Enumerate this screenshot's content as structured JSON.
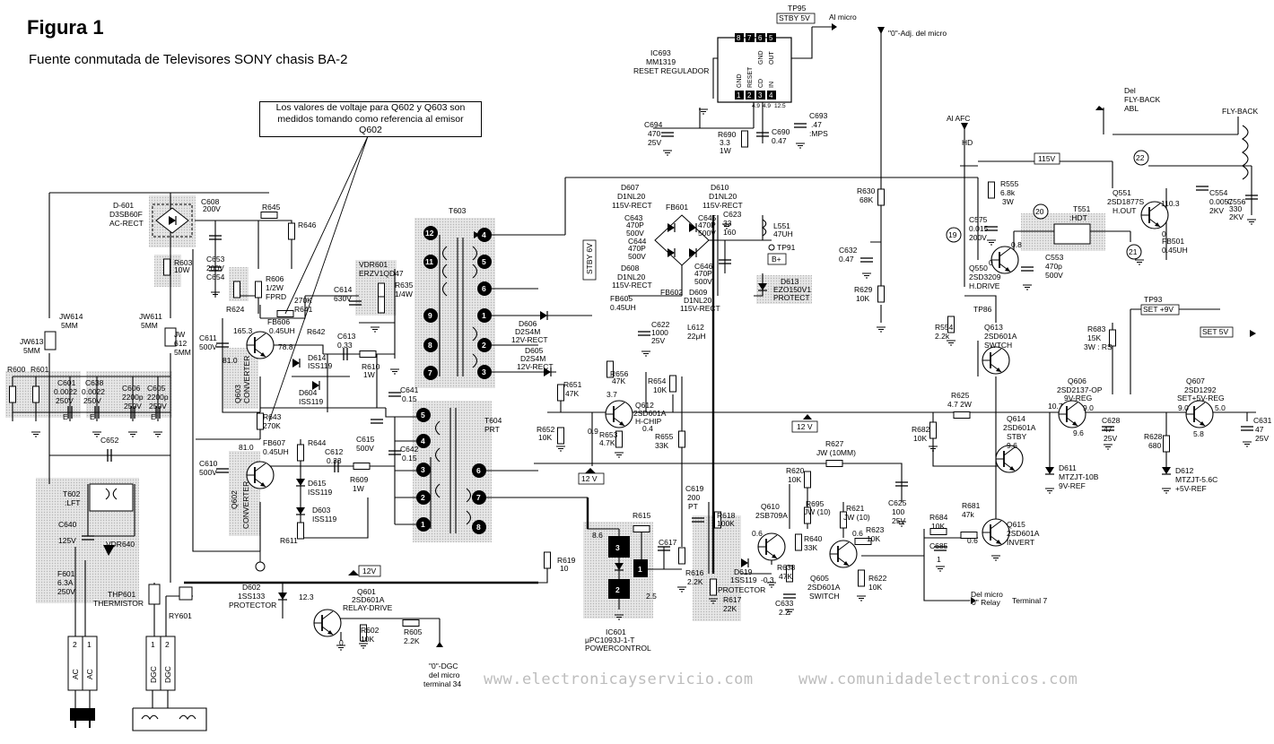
{
  "title": "Figura 1",
  "subtitle": "Fuente conmutada de Televisores SONY chasis BA-2",
  "note": {
    "lines": [
      "Los valores de voltaje para Q602 y Q603 son",
      "medidos tomando como referencia al emisor",
      "Q602"
    ]
  },
  "watermarks": [
    "www.electronicayservicio.com",
    "www.comunidadelectronicos.com"
  ],
  "labels": {
    "ic693": [
      "IC693",
      "MM1319",
      "RESET REGULADOR"
    ],
    "ic693_pins_top": [
      "8",
      "7",
      "6",
      "5"
    ],
    "ic693_pins_bottom": [
      "1",
      "2",
      "3",
      "4"
    ],
    "ic693_pin_names": [
      "GND",
      "RESET",
      "CD",
      "IN",
      "GND",
      "OUT"
    ],
    "tp95": [
      "TP95",
      "STBY 5V",
      "Al micro"
    ],
    "adj_micro": "\"0\"-Adj. del micro",
    "c694": [
      "C694",
      "470",
      "25V"
    ],
    "r690": [
      "R690",
      "3.3",
      "1W"
    ],
    "c690": [
      "C690",
      "0.47"
    ],
    "c693": [
      "C693",
      ".47",
      ":MPS"
    ],
    "ic693_v": [
      "4.9",
      "4.9",
      "12.5"
    ],
    "al_afc": "Al AFC",
    "hd": "HD",
    "del_flyback": [
      "Del",
      "FLY-BACK",
      "ABL"
    ],
    "flyback": "FLY-BACK",
    "v115": "115V",
    "r630": [
      "R630",
      "68K"
    ],
    "r555": [
      "R555",
      "6.8k",
      "3W"
    ],
    "c575": [
      "C575",
      "0.015",
      "200V"
    ],
    "t551": [
      "T551",
      ":HDT"
    ],
    "q551": [
      "Q551",
      "2SD1877S",
      "H.OUT"
    ],
    "c554": [
      "C554",
      "0.0057",
      "2KV"
    ],
    "c556": [
      "C556",
      "330",
      "2KV"
    ],
    "fb501": [
      "FB501",
      "0.45UH"
    ],
    "q551_v": [
      "110.3",
      "0"
    ],
    "nodes": [
      "22",
      "20",
      "19",
      "21"
    ],
    "c632": [
      "C632",
      "0.47"
    ],
    "r629": [
      "R629",
      "10K"
    ],
    "q550": [
      "Q550",
      "2SD3209",
      "H.DRIVE"
    ],
    "c553": [
      "C553",
      "470p",
      "500V"
    ],
    "q550_v": [
      "0.8",
      "0"
    ],
    "tp86": "TP86",
    "r554": [
      "R554",
      "2.2k"
    ],
    "q613": [
      "Q613",
      "2SD601A",
      "SWTCH"
    ],
    "r683": [
      "R683",
      "15K",
      "3W : RS"
    ],
    "tp93": [
      "TP93",
      "SET +9V"
    ],
    "set5v": "SET 5V",
    "r625": [
      "R625",
      "4.7  2W"
    ],
    "v12_mid": "12 V",
    "r682": [
      "R682",
      "10K"
    ],
    "q606": [
      "Q606",
      "2SD2137-OP",
      "9V-REG"
    ],
    "q606_v": [
      "10.7",
      "9.0",
      "9.6"
    ],
    "c628": [
      "C628",
      "47",
      "25V"
    ],
    "q607": [
      "Q607",
      "2SD1292",
      "SET+5V-REG"
    ],
    "q607_v": [
      "9.0",
      "5.0",
      "5.8"
    ],
    "c631": [
      "C631",
      "47",
      "25V"
    ],
    "r628": [
      "R628",
      "680"
    ],
    "q614": [
      "Q614",
      "2SD601A",
      "STBY"
    ],
    "q614_v": [
      "9.6"
    ],
    "d611": [
      "D611",
      "MTZJT-10B",
      "9V-REF"
    ],
    "d612": [
      "D612",
      "MTZJT-5.6C",
      "+5V-REF"
    ],
    "r627": [
      "R627",
      "JW (10MM)"
    ],
    "c625": [
      "C625",
      "100",
      "25V"
    ],
    "r620": [
      "R620",
      "10K"
    ],
    "q610": [
      "Q610",
      "2SB709A"
    ],
    "r695": [
      "R695",
      "JW (10)"
    ],
    "r621": [
      "R621",
      "JW (10)"
    ],
    "r640": [
      "R640",
      "33K"
    ],
    "r638": [
      "R638",
      "47K"
    ],
    "c633": [
      "C633",
      "2.2"
    ],
    "q605": [
      "Q605",
      "2SD601A",
      "SWITCH"
    ],
    "r623": [
      "R623",
      "10K"
    ],
    "r622": [
      "R622",
      "10K"
    ],
    "r684": [
      "R684",
      "10K"
    ],
    "c685": [
      "C685",
      "1"
    ],
    "r681": [
      "R681",
      "47k"
    ],
    "q615": [
      "Q615",
      "2SD601A",
      "INVERT"
    ],
    "q615_v": [
      "0.6"
    ],
    "del_micro": [
      "Del micro",
      "\"0\" Relay"
    ],
    "terminal7": "Terminal 7",
    "q610_v": [
      "0.6",
      "-0.3"
    ],
    "q605_v": [
      "0.6"
    ],
    "d601": [
      "D-601",
      "D3SB60F",
      "AC-RECT"
    ],
    "c608": [
      "C608",
      "200V"
    ],
    "r645": "R645",
    "r646": "R646",
    "c653": [
      "C653",
      "200V"
    ],
    "c654": "C654",
    "r603": [
      "R603",
      "10W"
    ],
    "r606": [
      "R606",
      "1/2W",
      "FPRD"
    ],
    "r624": "R624",
    "vdr601": [
      "VDR601",
      "ERZV1QD47"
    ],
    "r635": [
      "R635",
      "1/4W"
    ],
    "c614": [
      "C614",
      "630V"
    ],
    "r641": [
      "270K",
      "R641"
    ],
    "fb606": [
      "FB606",
      "0.45UH"
    ],
    "q603_v": [
      "165.3",
      "78.8",
      "81.0"
    ],
    "r642": "R642",
    "c613": [
      "C613",
      "0.33"
    ],
    "c611": [
      "C611",
      "500V"
    ],
    "q603": [
      "Q603",
      "CONVERTER"
    ],
    "d614": [
      "D614",
      "ISS119"
    ],
    "d604": [
      "D604",
      "ISS119"
    ],
    "r610": [
      "R610",
      "1W"
    ],
    "jw614": [
      "JW614",
      "5MM"
    ],
    "jw611": [
      "JW611",
      "5MM"
    ],
    "jw612": [
      "JW",
      "612",
      "5MM"
    ],
    "jw613": [
      "JW613",
      "5MM"
    ],
    "r600": "R600",
    "r601": "R601",
    "c601": [
      "C601",
      "0.0022",
      "250V"
    ],
    "c638": [
      "C638",
      "0.0022",
      "250V"
    ],
    "c606": [
      "C606",
      "2200p",
      "250V"
    ],
    "c605": [
      "C605",
      "2200p",
      "250V"
    ],
    "cap_e": [
      "E",
      "E",
      "E"
    ],
    "c652": "C652",
    "r643": [
      "R643",
      "270K"
    ],
    "fb607": [
      "FB607",
      "0.45UH"
    ],
    "r644": "R644",
    "c612": [
      "C612",
      "0.33"
    ],
    "c615": [
      "C615",
      "500V"
    ],
    "c610": [
      "C610",
      "500V"
    ],
    "q602": [
      "Q602",
      "CONVERTER"
    ],
    "q602_v": [
      "81.0"
    ],
    "d615": [
      "D615",
      "ISS119"
    ],
    "r609": [
      "R609",
      "1W"
    ],
    "d603": [
      "D603",
      "ISS119"
    ],
    "r611": "R611",
    "c641": [
      "C641",
      "0.15"
    ],
    "c642": [
      "C642",
      "0.15"
    ],
    "t602": [
      "T602",
      ":LFT"
    ],
    "c640": [
      "C640",
      "125V"
    ],
    "vdr640": "VDR640",
    "f601": [
      "F601",
      "6.3A",
      "250V"
    ],
    "thp601": [
      "THP601",
      "THERMISTOR"
    ],
    "ry601": "RY601",
    "ac_plug": [
      "2",
      "1",
      "AC",
      "AC"
    ],
    "dgc_plug": [
      "1",
      "2",
      "DGC",
      "DGC"
    ],
    "t603": "T603",
    "t603_pins": [
      "12",
      "11",
      "9",
      "8",
      "7",
      "4",
      "5",
      "6",
      "1",
      "2",
      "3"
    ],
    "t604": [
      "T604",
      "PRT"
    ],
    "t604_pins": [
      "5",
      "4",
      "3",
      "2",
      "1",
      "6",
      "7",
      "8"
    ],
    "d607": [
      "D607",
      "D1NL20",
      "115V-RECT"
    ],
    "d610": [
      "D610",
      "D1NL20",
      "115V-RECT"
    ],
    "fb601": "FB601",
    "c643": [
      "C643",
      "470P",
      "500V"
    ],
    "c644": [
      "C644",
      "470P",
      "500V"
    ],
    "c645": [
      "C645",
      "470P",
      "500V"
    ],
    "c646": [
      "C646",
      "470P",
      "500V"
    ],
    "c623": [
      "C623",
      "33",
      "160"
    ],
    "l551": [
      "L551",
      "47UH"
    ],
    "tp91": "TP91",
    "bplus": "B+",
    "d608": [
      "D608",
      "D1NL20",
      "115V-RECT"
    ],
    "fb602": "FB602",
    "d609": [
      "D609",
      "D1NL20",
      "115V-RECT"
    ],
    "stby6v": "STBY 6V",
    "d613": [
      "D613",
      "EZO150V1",
      "PROTECT"
    ],
    "fb605": [
      "FB605",
      "0.45UH"
    ],
    "c622": [
      "C622",
      "1000",
      "25V"
    ],
    "l612": [
      "L612",
      "22μH"
    ],
    "d606": [
      "D606",
      "D2S4M",
      "12V-RECT"
    ],
    "d605": [
      "D605",
      "D2S4M",
      "12V-RECT"
    ],
    "r656": [
      "R656",
      "47K"
    ],
    "r654": [
      "R654",
      "10K"
    ],
    "r651": [
      "R651",
      "47K"
    ],
    "q612": [
      "Q612",
      "2SD601A",
      "H-CHIP"
    ],
    "q612_v": [
      "3.7",
      "0.9",
      "0.4"
    ],
    "r652": [
      "R652",
      "10K"
    ],
    "r653": [
      "R653",
      "4.7K"
    ],
    "r655": [
      "R655",
      "33K"
    ],
    "v12_lower": "12 V",
    "c619": [
      "C619",
      "200",
      "PT"
    ],
    "r618": [
      "R618",
      "100K"
    ],
    "r615": "R615",
    "c617": "C617",
    "ic601_v": [
      "8.6",
      "2.5"
    ],
    "ic601_pins": [
      "3",
      "1",
      "2"
    ],
    "ic601": [
      "IC601",
      "μPC1093J-1-T",
      "POWERCONTROL"
    ],
    "r616": [
      "R616",
      "2.2K"
    ],
    "d619": [
      "D619",
      "1SS119",
      "PROTECTOR"
    ],
    "r617": [
      "R617",
      "22K"
    ],
    "r619": [
      "R619",
      "10"
    ],
    "v12_bottom": "12V",
    "d602": [
      "D602",
      "1SS133",
      "PROTECTOR"
    ],
    "q601": [
      "Q601",
      "2SD601A",
      "RELAY-DRIVE"
    ],
    "q601_v": [
      "12.3",
      "0"
    ],
    "r602": [
      "R602",
      "10K"
    ],
    "r605": [
      "R605",
      "2.2K"
    ],
    "dgc_micro": [
      "\"0\"-DGC",
      "del micro",
      "terminal 34"
    ]
  }
}
